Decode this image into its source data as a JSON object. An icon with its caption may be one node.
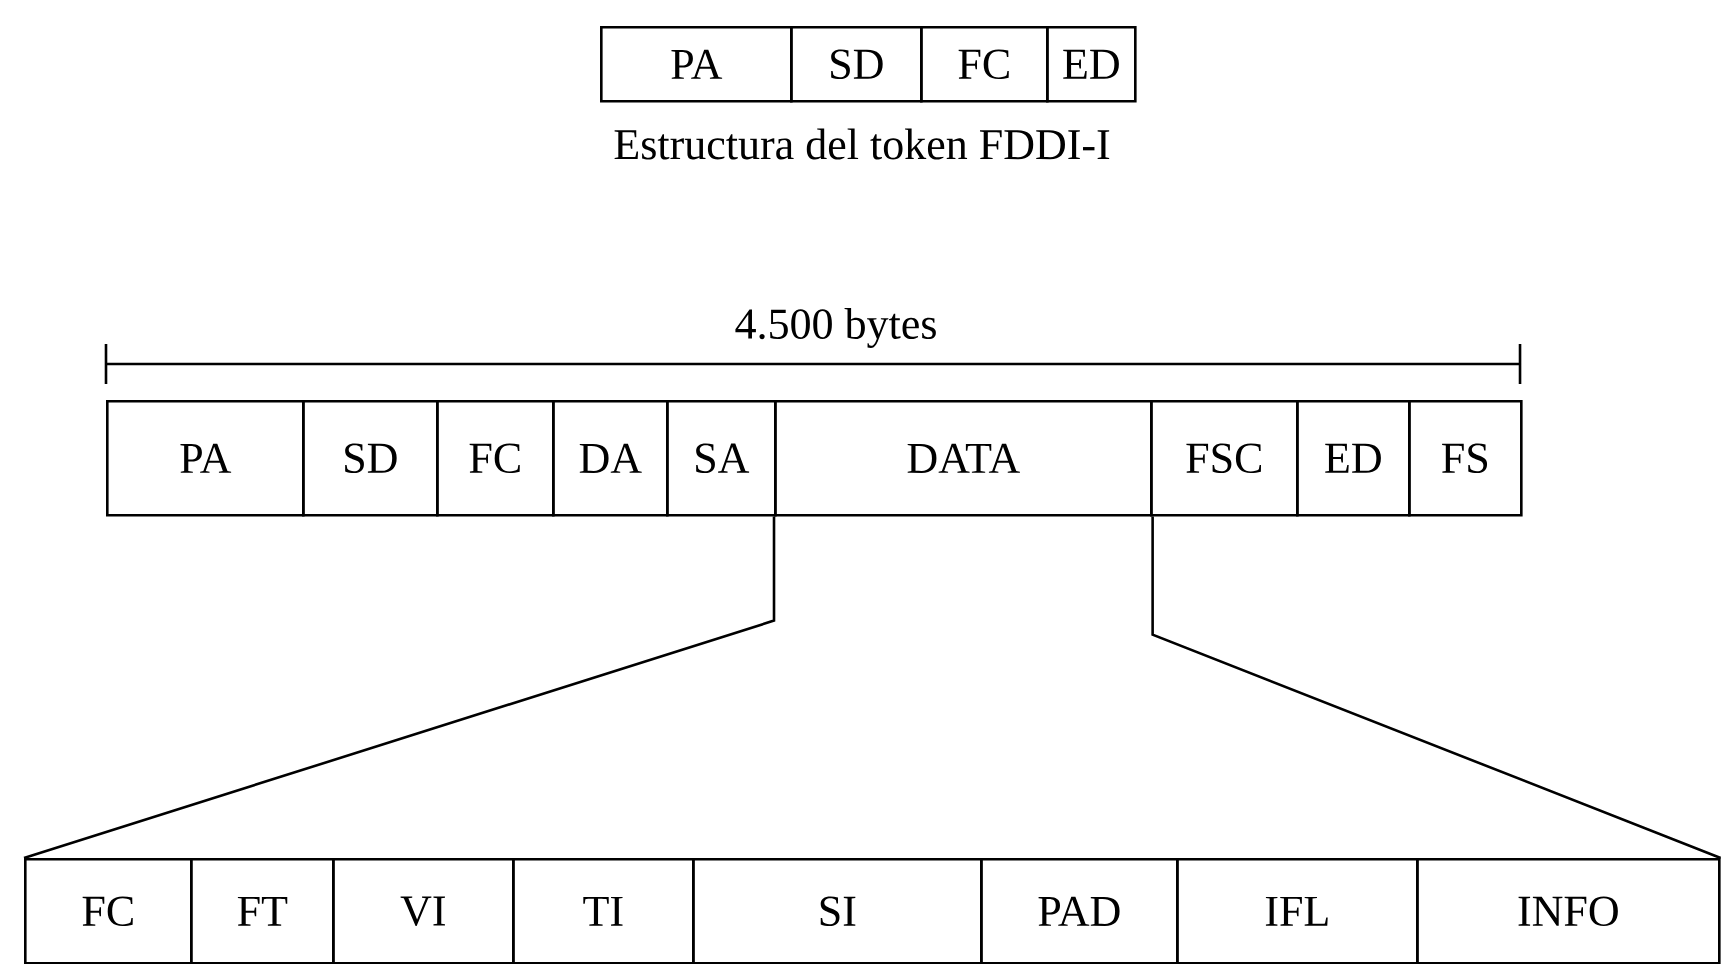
{
  "diagram": {
    "nodes": [
      {
        "text": [
          "PA"
        ]
      },
      {
        "text": [
          "SD"
        ]
      },
      {
        "text": [
          "FC"
        ]
      },
      {
        "text": [
          "ED"
        ]
      },
      {
        "text": [
          "PA"
        ]
      },
      {
        "text": [
          "SD"
        ]
      },
      {
        "text": [
          "FC"
        ]
      },
      {
        "text": [
          "DA"
        ]
      },
      {
        "text": [
          "SA"
        ]
      },
      {
        "text": [
          "DATA"
        ]
      },
      {
        "text": [
          "FSC"
        ]
      },
      {
        "text": [
          "ED"
        ]
      },
      {
        "text": [
          "FS"
        ]
      },
      {
        "text": [
          "FC"
        ]
      },
      {
        "text": [
          "FT"
        ]
      },
      {
        "text": [
          "VI"
        ]
      },
      {
        "text": [
          "TI"
        ]
      },
      {
        "text": [
          "SI"
        ]
      },
      {
        "text": [
          "PAD"
        ]
      },
      {
        "text": [
          "IFL"
        ]
      },
      {
        "text": [
          "INFO"
        ]
      }
    ],
    "edges": [
      {
        "from": 9,
        "to": 13,
        "arrow": "none"
      },
      {
        "from": 9,
        "to": 20,
        "arrow": "none"
      }
    ],
    "labels": [
      "Estructura del token FDDI-I",
      "4.500 bytes"
    ]
  }
}
